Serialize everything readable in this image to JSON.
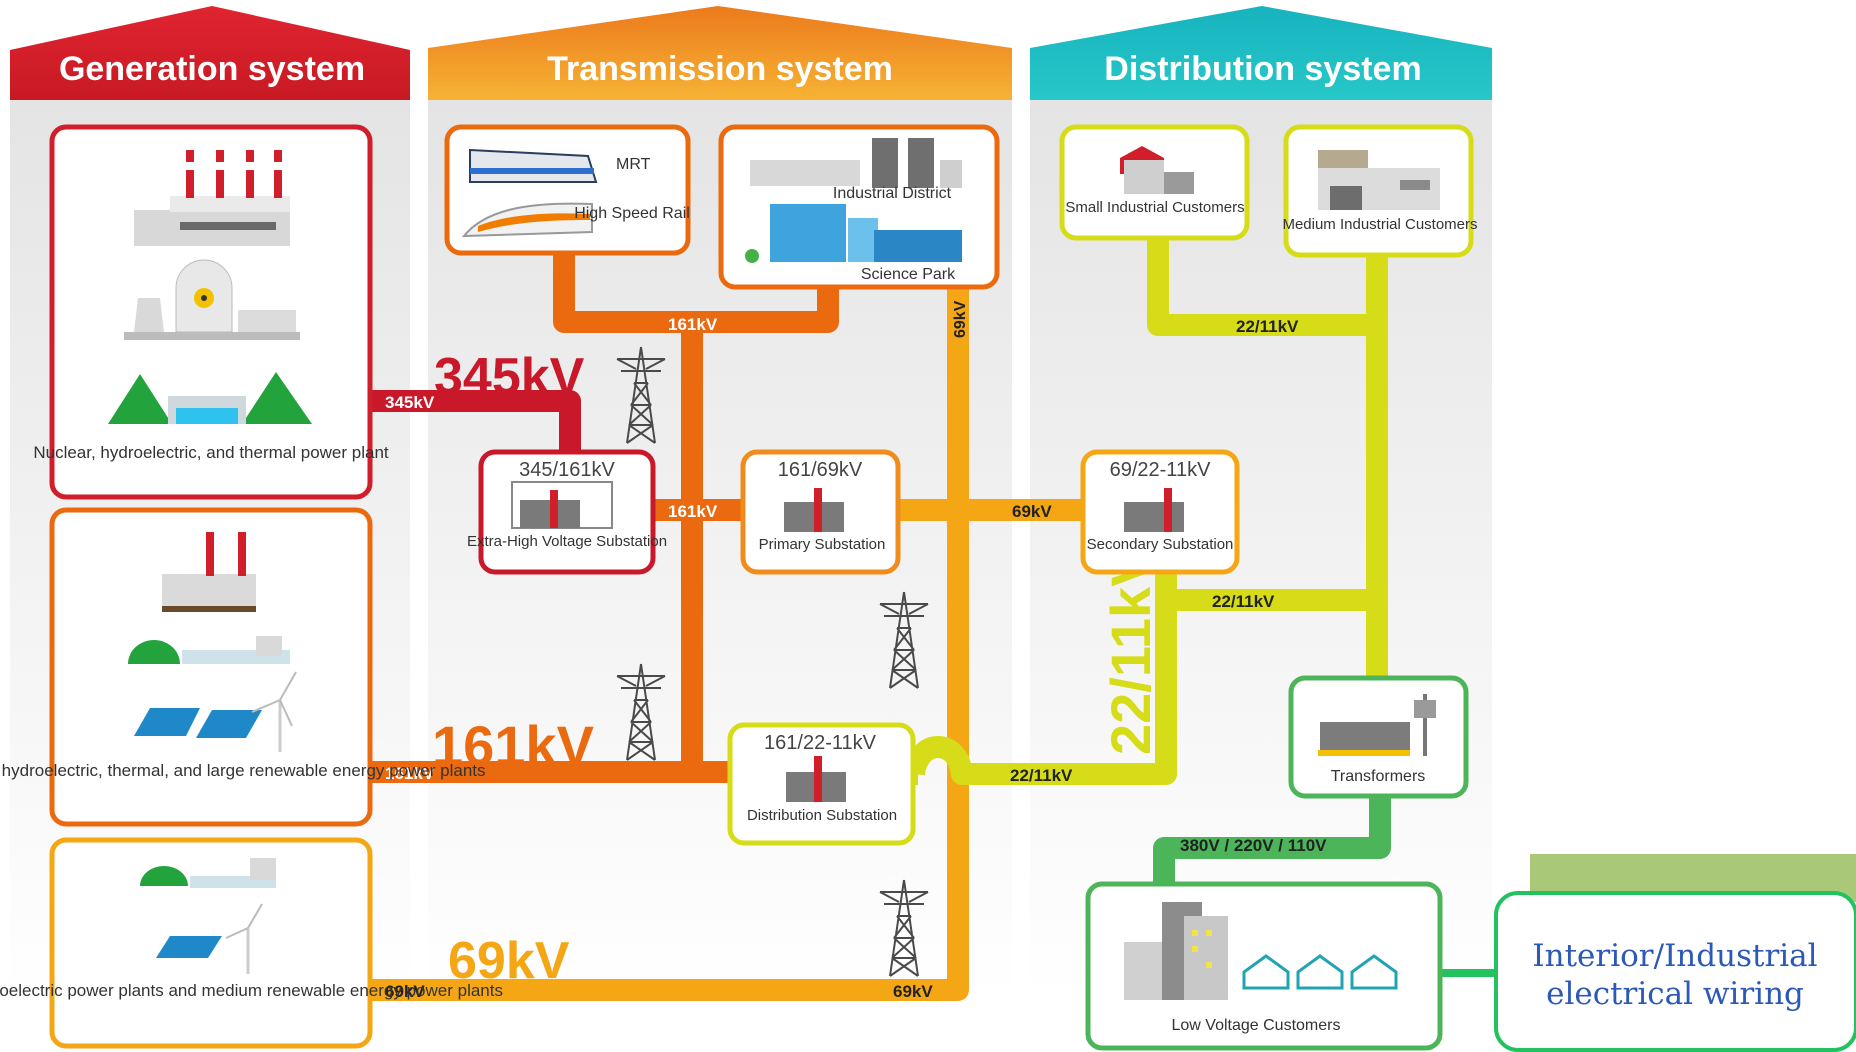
{
  "headers": {
    "generation": "Generation system",
    "transmission": "Transmission system",
    "distribution": "Distribution system"
  },
  "generation": {
    "large_plant": "Nuclear, hydroelectric, and thermal power plant",
    "medium_plant": "Medium hydroelectric, thermal, and large renewable energy power plants",
    "small_plant": "Small hydroelectric power plants and medium renewable energy power plants"
  },
  "consumers": {
    "mrt": "MRT",
    "hsr": "High Speed Rail",
    "industrial_district": "Industrial District",
    "science_park": "Science Park",
    "small_industrial": "Small Industrial Customers",
    "medium_industrial": "Medium Industrial Customers",
    "low_voltage": "Low Voltage Customers"
  },
  "substations": {
    "extra_high": {
      "rating": "345/161kV",
      "name": "Extra-High Voltage Substation"
    },
    "primary": {
      "rating": "161/69kV",
      "name": "Primary Substation"
    },
    "secondary": {
      "rating": "69/22-11kV",
      "name": "Secondary Substation"
    },
    "distribution": {
      "rating": "161/22-11kV",
      "name": "Distribution Substation"
    },
    "transformers": {
      "name": "Transformers"
    }
  },
  "voltages": {
    "big_345": "345kV",
    "big_161": "161kV",
    "big_69": "69kV",
    "big_22_11": "22/11kV",
    "line_345": "345kV",
    "line_161_left": "161kV",
    "line_161_top": "161kV",
    "line_161_mid": "161kV",
    "line_69_mid": "69kV",
    "line_69_vertical": "69kV",
    "line_69_bottom_left": "69kV",
    "line_69_bottom_right": "69kV",
    "line_22_top": "22/11kV",
    "line_22_mid": "22/11kV",
    "line_22_bottom": "22/11kV",
    "low_voltage_line": "380V / 220V / 110V"
  },
  "callout": {
    "text_line1": "Interior/Industrial",
    "text_line2": "electrical wiring"
  },
  "colors": {
    "generation_red": "#d01f2a",
    "transmission_orange": "#f08c1c",
    "line_orange_dark": "#ec6a0f",
    "line_amber": "#f5a615",
    "distribution_teal": "#1dbfc6",
    "line_yellowgreen": "#d6dc18",
    "line_green": "#4cb55a",
    "callout_green": "#22c35e",
    "callout_text": "#2c58b8",
    "olive": "#aac978"
  }
}
